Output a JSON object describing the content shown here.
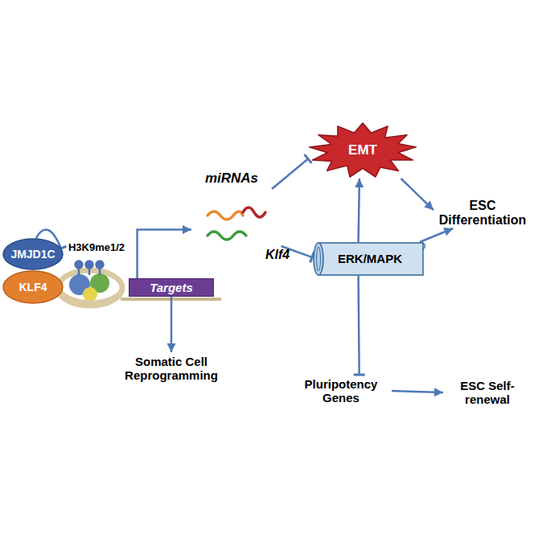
{
  "diagram": {
    "nodes": [
      {
        "text": [
          "JMJD1C"
        ]
      },
      {
        "text": [
          "KLF4"
        ]
      },
      {
        "text": [
          "H3K9me1/2"
        ]
      },
      {
        "text": [
          "Targets"
        ]
      },
      {
        "text": [
          "miRNAs"
        ]
      },
      {
        "text": [
          "Klf4"
        ]
      },
      {
        "text": [
          "EMT"
        ]
      },
      {
        "text": [
          "ESC Differentiation"
        ]
      },
      {
        "text": [
          "ERK/MAPK"
        ]
      },
      {
        "text": [
          "Somatic Cell Reprogramming"
        ]
      },
      {
        "text": [
          "Pluripotency Genes"
        ]
      },
      {
        "text": [
          "ESC Self-renewal"
        ]
      }
    ],
    "edges": [
      {
        "from": 0,
        "to": 2,
        "arrow": "to"
      },
      {
        "from": 3,
        "to": 4,
        "arrow": "to"
      },
      {
        "from": 3,
        "to": 9,
        "arrow": "to"
      },
      {
        "from": 4,
        "to": 6,
        "arrow": "to"
      },
      {
        "from": 5,
        "to": 8,
        "arrow": "to"
      },
      {
        "from": 8,
        "to": 6,
        "arrow": "to"
      },
      {
        "from": 6,
        "to": 7,
        "arrow": "to"
      },
      {
        "from": 8,
        "to": 7,
        "arrow": "to"
      },
      {
        "from": 8,
        "to": 10,
        "arrow": "to"
      },
      {
        "from": 10,
        "to": 11,
        "arrow": "to"
      }
    ]
  }
}
